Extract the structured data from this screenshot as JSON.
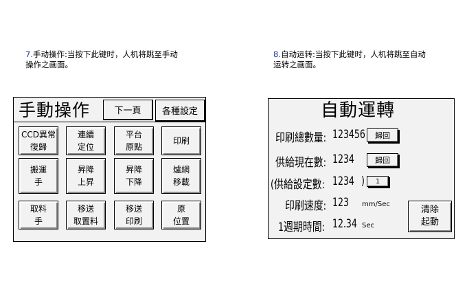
{
  "captions": {
    "manual": {
      "number": "7.",
      "text": "手动操作:当按下此键时，人机将跳至手动",
      "text2": "操作之画面。"
    },
    "auto": {
      "number": "8.",
      "text": "自动运转:当按下此键时，人机将跳至自动",
      "text2": "运转之画面。"
    }
  },
  "manual_panel": {
    "title": "手動操作",
    "tab_prev": "下一頁",
    "tab_settings": "各種設定",
    "buttons": [
      {
        "line1": "CCD異常",
        "line2": "復歸"
      },
      {
        "line1": "連續",
        "line2": "定位"
      },
      {
        "line1": "平台",
        "line2": "原點"
      },
      {
        "line1": "印刷",
        "line2": ""
      },
      {
        "line1": "搬運",
        "line2": "手"
      },
      {
        "line1": "昇降",
        "line2": "上昇"
      },
      {
        "line1": "昇降",
        "line2": "下降"
      },
      {
        "line1": "爐網",
        "line2": "移載"
      },
      {
        "line1": "取料",
        "line2": "手"
      },
      {
        "line1": "移送",
        "line2": "取置料"
      },
      {
        "line1": "移送",
        "line2": "印刷"
      },
      {
        "line1": "原",
        "line2": "位置"
      }
    ]
  },
  "auto_panel": {
    "title": "自動運轉",
    "rows": [
      {
        "label": "印刷總數量:",
        "value": "123456",
        "unit": "",
        "button": "歸回"
      },
      {
        "label": "供給現在數:",
        "value": "1234",
        "unit": "",
        "button": "歸回"
      },
      {
        "label": "(供給設定數:",
        "value": "1234",
        "unit": ")",
        "button": "1"
      },
      {
        "label": "印刷速度:",
        "value": "123",
        "unit": "mm/Sec",
        "button": ""
      },
      {
        "label": "1週期時間:",
        "value": "12.34",
        "unit": "Sec",
        "button": ""
      }
    ],
    "clear_button": {
      "line1": "清除",
      "line2": "起動"
    }
  }
}
